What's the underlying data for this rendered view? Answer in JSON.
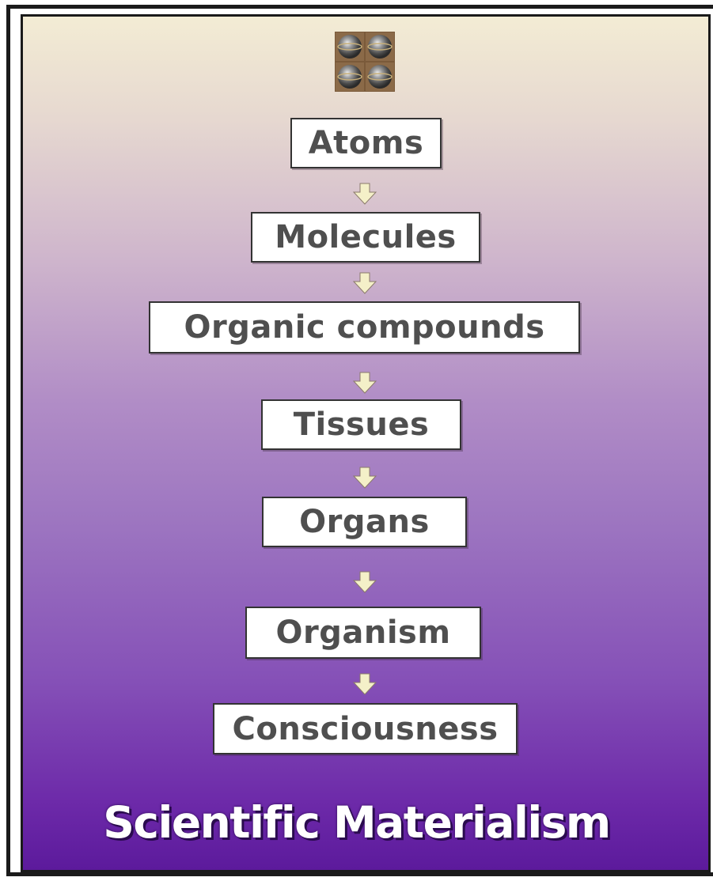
{
  "diagram": {
    "title": "Scientific Materialism",
    "steps": [
      "Atoms",
      "Molecules",
      "Organic compounds",
      "Tissues",
      "Organs",
      "Organism",
      "Consciousness"
    ],
    "logo_icon": "atom-spheres-icon",
    "arrow_icon": "arrow-down-icon",
    "colors": {
      "background_top": "#f3ecd4",
      "background_bottom": "#5c1a9c",
      "box_fill": "#ffffff",
      "box_text": "#4f4f4f",
      "arrow_fill": "#f4f0c8",
      "title_text": "#ffffff"
    }
  }
}
